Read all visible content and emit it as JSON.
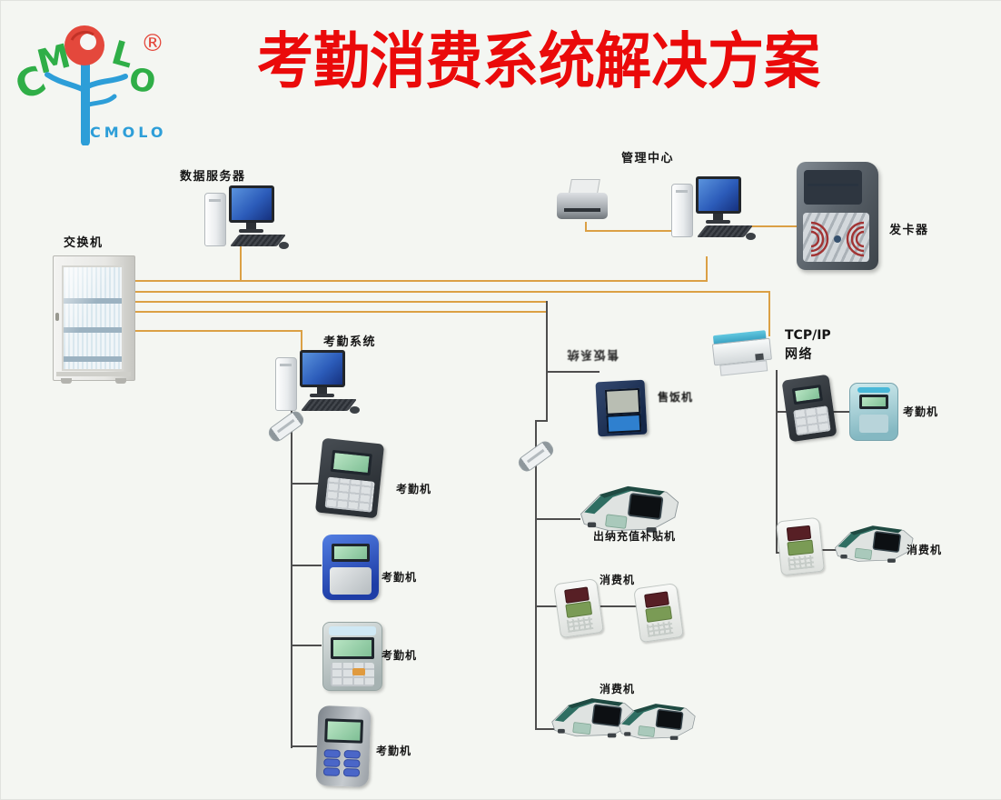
{
  "title": "考勤消费系统解决方案",
  "logo": {
    "brand": "CMOLO",
    "registered": "®",
    "letters": {
      "c": "C",
      "m": "M",
      "l": "L",
      "o": "O"
    }
  },
  "labels": {
    "data_server": "数据服务器",
    "management_center": "管理中心",
    "card_issuer": "发卡器",
    "switch": "交换机",
    "attendance_system": "考勤系统",
    "meal_system_flipped": "售饭系统",
    "meal_machine": "售饭机",
    "tcpip_line1": "TCP/IP",
    "tcpip_line2": "网络",
    "cashier_machine": "出纳充值补贴机",
    "consumer_machine_mid": "消费机",
    "consumer_machine_bottom": "消费机",
    "consumer_machine_right": "消费机",
    "attendance_machine_right": "考勤机",
    "attendance_machines_left": [
      "考勤机",
      "考勤机",
      "考勤机",
      "考勤机"
    ]
  },
  "colors": {
    "title_red": "#ea0a0a",
    "cable_orange": "#dba045",
    "cable_dark": "#4e4e4e",
    "logo_green": "#2fae47",
    "logo_blue": "#2d9ed8",
    "logo_red": "#e4483c",
    "background": "#f4f6f2"
  }
}
